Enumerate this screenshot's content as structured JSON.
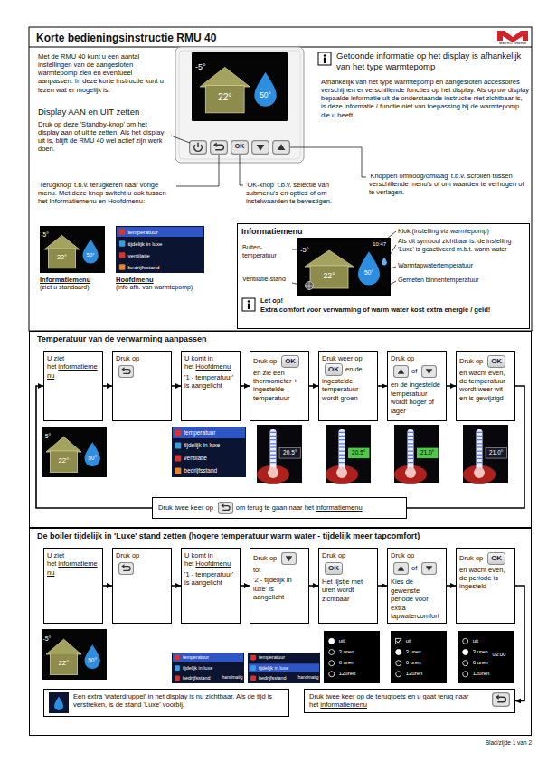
{
  "diagram": {
    "title": "Korte bedieningsinstructie RMU 40",
    "nodes": [
      {
        "text": [
          "Informatiemenu"
        ]
      },
      {
        "text": [
          "Temperatuur van de verwarming aanpassen"
        ]
      },
      {
        "text": [
          "U ziet het",
          "informatiemenu"
        ],
        "in": 1
      },
      {
        "text": [
          "Druk op"
        ],
        "in": 1
      },
      {
        "text": [
          "U komt in het",
          "Hoofdmenu",
          "'1 - temperatuur' is aangelicht"
        ],
        "in": 1
      },
      {
        "text": [
          "Druk op",
          "OK",
          "en zie een thermometer + ingestelde temperatuur"
        ],
        "in": 1
      },
      {
        "text": [
          "Druk weer op",
          "OK",
          "en de ingestelde temperatuur wordt groen"
        ],
        "in": 1
      },
      {
        "text": [
          "Druk op",
          "of",
          "en de ingestelde temperatuur wordt hoger of lager"
        ],
        "in": 1
      },
      {
        "text": [
          "Druk op",
          "OK",
          "en wacht even, de temperatuur wordt weer wit en is gewijzigd"
        ],
        "in": 1
      },
      {
        "text": [
          "Druk twee keer op",
          "om terug te gaan naar het",
          "informatiemenu"
        ],
        "in": 1
      },
      {
        "text": [
          "De boiler tijdelijk in 'Luxe' stand zetten (hogere temperatuur warm water - tijdelijk meer tapcomfort)"
        ]
      },
      {
        "text": [
          "U ziet het",
          "informatiemenu"
        ],
        "in": 10
      },
      {
        "text": [
          "Druk op"
        ],
        "in": 10
      },
      {
        "text": [
          "U komt in het",
          "Hoofdmenu",
          "'1 - temperatuur' is aangelicht"
        ],
        "in": 10
      },
      {
        "text": [
          "Druk op",
          "tot",
          "'2 - tijdelijk in luxe' is aangelicht"
        ],
        "in": 10
      },
      {
        "text": [
          "Druk op",
          "OK",
          "Het lijstje met uren wordt zichtbaar"
        ],
        "in": 10
      },
      {
        "text": [
          "Druk op",
          "of",
          "Kies de gewenste periode voor extra tapwatercomfort"
        ],
        "in": 10
      },
      {
        "text": [
          "Druk op",
          "OK",
          "en wacht even, de periode is ingesteld"
        ],
        "in": 10
      },
      {
        "text": [
          "Een extra 'waterdruppel' in het display is nu zichtbaar. Als de tijd is verstreken, is de stand 'Luxe' voorbij."
        ],
        "in": 10
      },
      {
        "text": [
          "Druk twee keer op de terugtoets en u gaat terug naar het",
          "informatiemenu"
        ],
        "in": 10
      }
    ],
    "edges": [
      {
        "from": 2,
        "to": 3,
        "arrow": "to"
      },
      {
        "from": 3,
        "to": 4,
        "arrow": "to"
      },
      {
        "from": 4,
        "to": 5,
        "arrow": "to"
      },
      {
        "from": 5,
        "to": 6,
        "arrow": "to"
      },
      {
        "from": 6,
        "to": 7,
        "arrow": "to"
      },
      {
        "from": 7,
        "to": 8,
        "arrow": "to"
      },
      {
        "from": 8,
        "to": 9,
        "arrow": "none"
      },
      {
        "from": 9,
        "to": 2,
        "arrow": "to"
      },
      {
        "from": 11,
        "to": 12,
        "arrow": "to"
      },
      {
        "from": 12,
        "to": 13,
        "arrow": "to"
      },
      {
        "from": 13,
        "to": 14,
        "arrow": "to"
      },
      {
        "from": 14,
        "to": 15,
        "arrow": "to"
      },
      {
        "from": 15,
        "to": 16,
        "arrow": "to"
      },
      {
        "from": 16,
        "to": 17,
        "arrow": "to"
      },
      {
        "from": 17,
        "to": 19,
        "arrow": "to"
      }
    ],
    "labels": [
      "METRO THERM",
      "Met de RMU 40 kunt u een aantal instellingen van de aangesloten warmtepomp zien en eventueel aanpassen. In deze korte instructie kunt u lezen wat er mogelijk is.",
      "Display AAN en UIT zetten",
      "Druk op deze 'Standby-knop' om het display aan of uit te zetten. Als het display uit is, blijft de RMU 40 wel actief zijn werk doen.",
      "Getoonde informatie op het display is afhankelijk van het type warmtepomp",
      "Afhankelijk van het type warmtepomp en aangesloten accessoires verschijnen er verschillende functies op het display. Als op uw display bepaalde informatie uit de onderstaande instructie niet zichtbaar is, is deze informatie / functie niet van toepassing bij de warmtepomp die u heeft.",
      "-5°",
      "22°",
      "50°",
      "OK",
      "'Terugknop' t.b.v. terugkeren naar vorige menu. Met deze knop switcht u ook tussen het Informatiemenu en Hoofdmenu:",
      "'OK-knop' t.b.v. selectie van submenu's en opties of om instelwaarden te bevestigen.",
      "'Knoppen omhoog/omlaag' t.b.v. scrollen tussen verschillende menu's of om waarden te verhogen of te verlagen.",
      "-5°",
      "22°",
      "50°",
      "temperatuur",
      "tijdelijk in luxe",
      "ventilatie",
      "bedrijfsstand",
      "Informatiemenu",
      "(ziet u standaard)",
      "Hoofdmenu",
      "(info afh. van warmtepomp)",
      "-5°",
      "22°",
      "50°",
      "10:47",
      "Buiten-temperatuur",
      "Ventilatie-stand",
      "Klok (instelling via warmtepomp)",
      "Als dit symbool zichtbaar is: de instelling 'Luxe' is geactiveerd m.b.t. warm water",
      "Warmtapwatertemperatuur",
      "Gemeten binnentemperatuur",
      "Let op!",
      "Extra comfort voor verwarming of warm water kost extra energie / geld!",
      "-5°",
      "22°",
      "50°",
      "temperatuur",
      "tijdelijk in luxe",
      "ventilatie",
      "bedrijfsstand",
      "20.5°",
      "20.5°",
      "21.0°",
      "21.0°",
      "-5°",
      "22°",
      "50°",
      "temperatuur",
      "tijdelijk in luxe",
      "bedrijfsstand",
      "handmatig",
      "temperatuur",
      "tijdelijk in luxe",
      "bedrijfsstand",
      "handmatig",
      "uit",
      "3 uren",
      "6 uren",
      "12uren",
      "uit",
      "3 uren",
      "6 uren",
      "12uren",
      "uit",
      "3 uren",
      "6 uren",
      "12uren",
      "03:00",
      "Blad/zijde 1 van 2"
    ]
  }
}
